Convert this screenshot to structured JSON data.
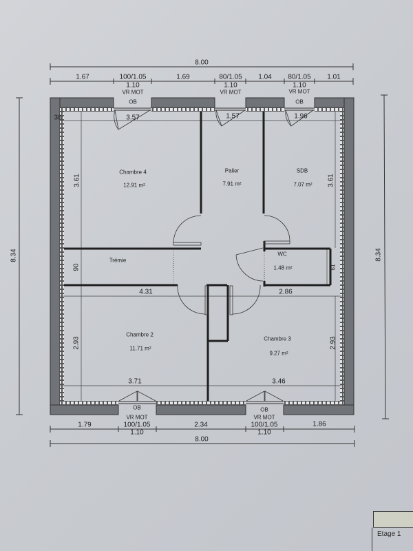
{
  "plan": {
    "overall_width": "8.00",
    "overall_height_left": "8.34",
    "overall_height_right": "8.34",
    "top_dims": {
      "segments": [
        "1.67",
        "100/1.05",
        "1.69",
        "80/1.05",
        "1.04",
        "80/1.05",
        "1.01"
      ],
      "window_heights": [
        "1.10",
        "1.10",
        "1.10"
      ],
      "window_labels": [
        "VR MOT",
        "VR MOT",
        "VR MOT"
      ],
      "window_types": [
        "OB",
        "OB"
      ]
    },
    "bottom_dims": {
      "segments": [
        "1.79",
        "100/1.05",
        "2.34",
        "100/1.05",
        "1.86"
      ],
      "window_heights": [
        "1.10",
        "1.10"
      ],
      "window_labels": [
        "VR MOT",
        "VR MOT"
      ],
      "window_types": [
        "OB",
        "OB"
      ],
      "total": "8.00"
    },
    "interior_dims": {
      "wall_thickness": "38",
      "chambre4_width": "3.57",
      "palier_width": "1.57",
      "sdb_width": "1.96",
      "left_height_top": "3.61",
      "right_height_top": "3.61",
      "tremie_height": "90",
      "mid_left_width": "4.31",
      "mid_right_width": "2.86",
      "left_height_bottom": "2.93",
      "right_height_bottom": "2.93",
      "chambre2_width": "3.71",
      "chambre3_width": "3.46",
      "wc_depth": "61"
    },
    "rooms": [
      {
        "name": "Chambre 4",
        "area": "12.91 m²"
      },
      {
        "name": "Palier",
        "area": "7.91 m²"
      },
      {
        "name": "SDB",
        "area": "7.07 m²"
      },
      {
        "name": "Trémie",
        "area": ""
      },
      {
        "name": "WC",
        "area": "1.48 m²"
      },
      {
        "name": "Chambre 2",
        "area": "11.71 m²"
      },
      {
        "name": "Chambre 3",
        "area": "9.27 m²"
      }
    ]
  },
  "titleblock": {
    "label": "Etage 1"
  },
  "colors": {
    "paper": "#c9ccd1",
    "wall": "#6f7277",
    "line": "#2a2a2a"
  }
}
